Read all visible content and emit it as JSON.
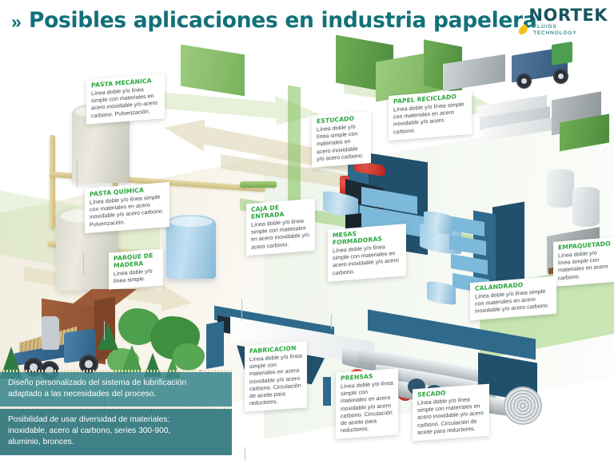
{
  "header": {
    "chevron": "»",
    "title": "Posibles aplicaciones en industria papelera"
  },
  "logo": {
    "name": "NORTEK",
    "sub_line1": "FLUIDS",
    "sub_line2": "TECHNOLOGY",
    "droplet_icon": "droplet-icon",
    "brand_color": "#17555e",
    "droplet_color": "#f3c11a"
  },
  "colors": {
    "title_teal": "#12717a",
    "callout_title_green": "#2ba63d",
    "callout_body": "#3f4a52",
    "banner_teal_light": "#3a868c",
    "banner_teal_dark": "#31777e",
    "machinery_blue": "#2f6a8c",
    "machinery_light_blue": "#7db9da",
    "foliage_green": "#4e9e52"
  },
  "callouts": [
    {
      "id": "pasta-mecanica",
      "title": "PASTA MECÁNICA",
      "body": "Línea doble y/o línea simple con materiales en acero inoxidable y/o acero carbono. Pulverización."
    },
    {
      "id": "pasta-quimica",
      "title": "PASTA QUÍMICA",
      "body": "Línea doble y/o línea simple con materiales en acero inoxidable y/o acero carbono. Pulverización."
    },
    {
      "id": "parque-de-madera",
      "title": "PARQUE DE MADERA",
      "body": "Línea doble y/o línea simple."
    },
    {
      "id": "caja-de-entrada",
      "title": "CAJA DE ENTRADA",
      "body": "Línea doble y/o línea simple con materiales en acero inoxidable y/o acero carbono."
    },
    {
      "id": "estucado",
      "title": "ESTUCADO",
      "body": "Línea doble y/o línea simple con materiales en acero inoxidable y/o acero carbono."
    },
    {
      "id": "papel-reciclado",
      "title": "PAPEL RECICLADO",
      "body": "Línea doble y/o línea simple con materiales en acero inoxidable y/o acero carbono."
    },
    {
      "id": "mesas-formadoras",
      "title": "MESAS FORMADORAS",
      "body": "Línea doble y/o línea simple con materiales en acero inoxidable y/o acero carbono."
    },
    {
      "id": "empaquetado",
      "title": "EMPAQUETADO",
      "body": "Línea doble y/o línea simple con materiales en acero carbono."
    },
    {
      "id": "calandrado",
      "title": "CALANDRADO",
      "body": "Línea doble y/o línea simple con materiales en acero inoxidable y/o acero carbono."
    },
    {
      "id": "fabricacion",
      "title": "FABRICACION",
      "body": "Línea doble y/o línea simple con materiales en acero inoxidable y/o acero carbono. Circulación de aceite para reductores."
    },
    {
      "id": "prensas",
      "title": "PRENSAS",
      "body": "Línea doble y/o línea simple con materiales en acero inoxidable y/o acero carbono. Circulación de aceite para reductores."
    },
    {
      "id": "secado",
      "title": "SECADO",
      "body": "Línea doble y/o línea simple con materiales en acero inoxidable y/o acero carbono. Circulación de aceite para reductores."
    }
  ],
  "banners": [
    {
      "id": "diseno-personalizado",
      "line1": "Diseño personalizado del sistema de lubrificación",
      "line2": "adaptado a las necesidades del proceso."
    },
    {
      "id": "diversidad-materiales",
      "line1": "Posibilidad de usar diversidad de materiales:",
      "line2": "inoxidable, acero al carbono, series 300-900,",
      "line3": "aluminio, bronces."
    }
  ]
}
